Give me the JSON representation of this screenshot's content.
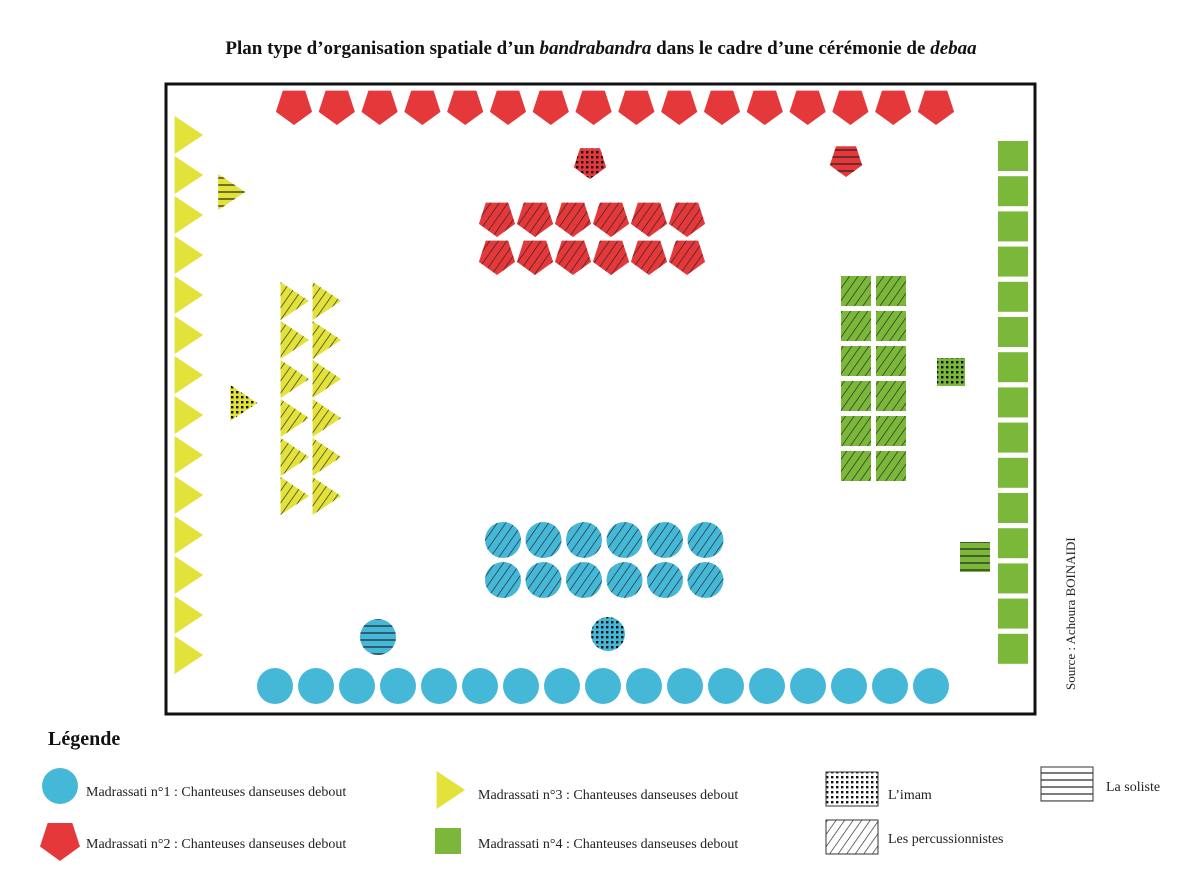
{
  "title": {
    "part1": "Plan type d’organisation spatiale d’un ",
    "italic1": "bandrabandra",
    "part2": " dans le cadre d’une cérémonie de ",
    "italic2": "debaa"
  },
  "source": "Source : Achoura BOINAIDI",
  "legend": {
    "heading": "Légende",
    "items": [
      {
        "label": "Madrassati n°1 : Chanteuses danseuses debout",
        "shape": "circle",
        "color": "#45b8d8"
      },
      {
        "label": "Madrassati n°2 : Chanteuses danseuses debout",
        "shape": "pentagon",
        "color": "#e5383b"
      },
      {
        "label": "Madrassati n°3 : Chanteuses danseuses debout",
        "shape": "triangle",
        "color": "#e3e23a"
      },
      {
        "label": "Madrassati n°4 : Chanteuses danseuses debout",
        "shape": "square",
        "color": "#7bb83a"
      },
      {
        "label": "L’imam",
        "pattern": "dots"
      },
      {
        "label": "Les percussionnistes",
        "pattern": "hatch"
      },
      {
        "label": "La soliste",
        "pattern": "lines"
      }
    ]
  },
  "groups": {
    "madrassati1": {
      "row_count": 17,
      "percussionists": 12,
      "imam": 1,
      "soliste": 1
    },
    "madrassati2": {
      "row_count": 16,
      "percussionists": 12,
      "imam": 1,
      "soliste": 1
    },
    "madrassati3": {
      "row_count": 14,
      "percussionists": 12,
      "imam": 1,
      "soliste": 1
    },
    "madrassati4": {
      "row_count": 15,
      "percussionists": 12,
      "imam": 1,
      "soliste": 1
    }
  }
}
